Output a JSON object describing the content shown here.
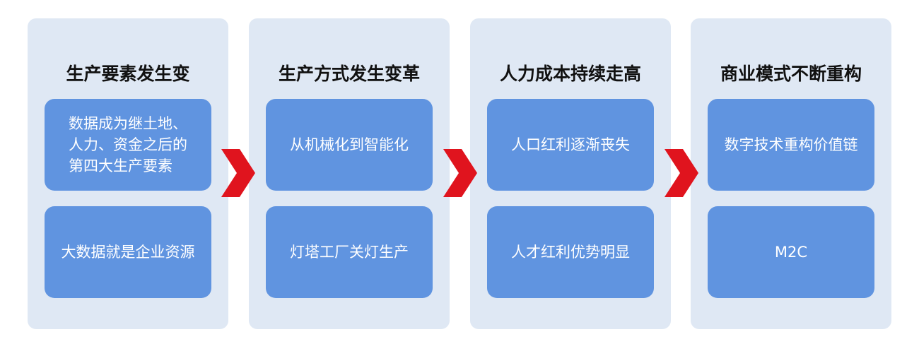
{
  "colors": {
    "column_bg": "#dfe8f4",
    "card_bg": "#6094e0",
    "arrow": "#e0141e",
    "title_text": "#111111",
    "card_text": "#ffffff"
  },
  "columns": [
    {
      "title": "生产要素发生变",
      "cards": [
        "数据成为继土地、\n人力、资金之后的\n第四大生产要素",
        "大数据就是企业资源"
      ]
    },
    {
      "title": "生产方式发生变革",
      "cards": [
        "从机械化到智能化",
        "灯塔工厂关灯生产"
      ]
    },
    {
      "title": "人力成本持续走高",
      "cards": [
        "人口红利逐渐丧失",
        "人才红利优势明显"
      ]
    },
    {
      "title": "商业模式不断重构",
      "cards": [
        "数字技术重构价值链",
        "M2C"
      ]
    }
  ],
  "arrow_icon": "chevron-right-icon"
}
